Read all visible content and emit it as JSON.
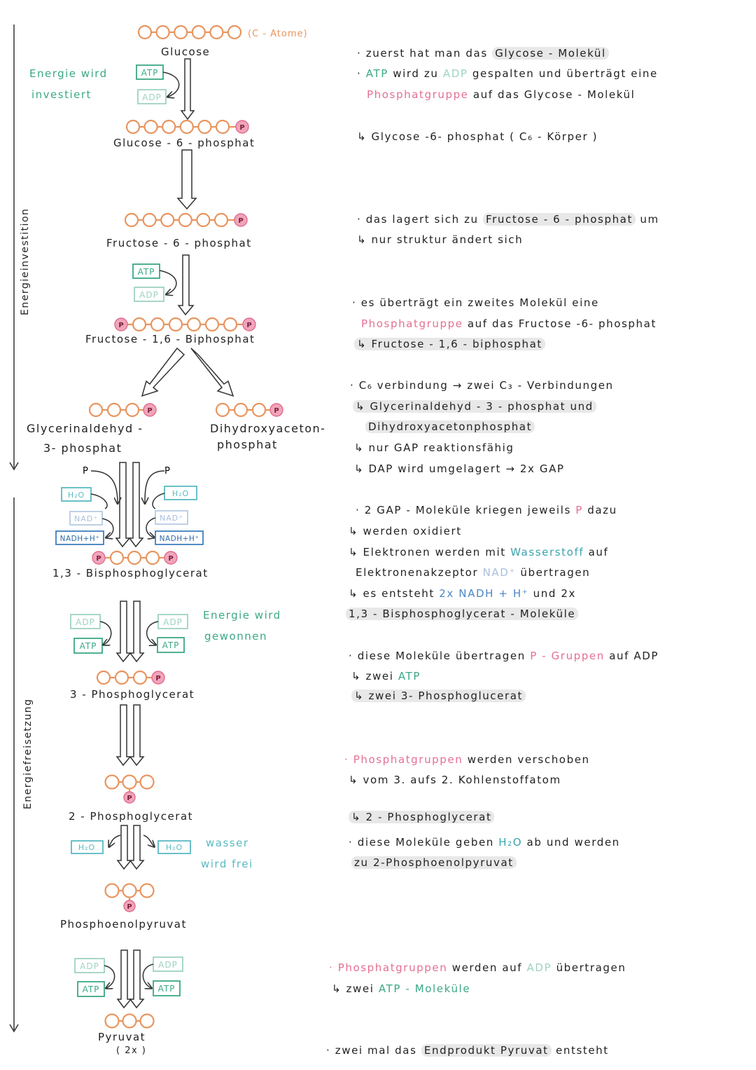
{
  "phases": {
    "investment": "Energieinvestition",
    "release": "Energiefreisetzung"
  },
  "labels": {
    "c_atoms": "(C - Atome)",
    "glucose": "Glucose",
    "energy_invested_1": "Energie wird",
    "energy_invested_2": "investiert",
    "glucose6p": "Glucose - 6 - phosphat",
    "fructose6p": "Fructose - 6 - phosphat",
    "fructose16bp": "Fructose - 1,6 - Biphosphat",
    "gap_1": "Glycerinaldehyd -",
    "gap_2": "3- phosphat",
    "dhap_1": "Dihydroxyaceton-",
    "dhap_2": "phosphat",
    "bpg13": "1,3 - Bisphosphoglycerat",
    "energy_gained_1": "Energie wird",
    "energy_gained_2": "gewonnen",
    "pg3": "3 - Phosphoglycerat",
    "pg2": "2 - Phosphoglycerat",
    "water_1": "wasser",
    "water_2": "wird frei",
    "pep": "Phosphoenolpyruvat",
    "pyruvate": "Pyruvat",
    "pyruvate_count": "( 2x )"
  },
  "molecules": {
    "atp": "ATP",
    "adp": "ADP",
    "h2o": "H₂O",
    "nad": "NAD⁺",
    "nadh": "NADH+H⁺",
    "p": "P"
  },
  "notes": {
    "n1_pre": "· zuerst hat man das",
    "n1_hl": "Glycose - Molekül",
    "n2_dot": "·",
    "n2_atp": "ATP",
    "n2_mid": "wird zu",
    "n2_adp": "ADP",
    "n2_post": "gespalten und überträgt eine",
    "n3_pg": "Phosphatgruppe",
    "n3_post": "auf das Glycose - Molekül",
    "n4": "↳ Glycose -6- phosphat ( C₆ - Körper )",
    "n5_pre": "· das lagert sich zu",
    "n5_hl": "Fructose - 6 - phosphat",
    "n5_post": "um",
    "n6": "↳ nur struktur ändert sich",
    "n7": "· es überträgt ein zweites Molekül eine",
    "n8_pg": "Phosphatgruppe",
    "n8_post": "auf das Fructose -6- phosphat",
    "n9": "↳ Fructose - 1,6 - biphosphat",
    "n10": "· C₆ verbindung → zwei C₃ - Verbindungen",
    "n11": "↳ Glycerinaldehyd - 3 - phosphat und",
    "n12": "Dihydroxyacetonphosphat",
    "n13": "↳ nur GAP reaktionsfähig",
    "n14": "↳ DAP wird umgelagert → 2x GAP",
    "n15_pre": "· 2 GAP - Moleküle kriegen jeweils",
    "n15_p": "P",
    "n15_post": "dazu",
    "n16": "↳ werden oxidiert",
    "n17_pre": "↳ Elektronen werden mit",
    "n17_w": "Wasserstoff",
    "n17_post": "auf",
    "n18_pre": "Elektronenakzeptor",
    "n18_nad": "NAD⁺",
    "n18_post": "übertragen",
    "n19_pre": "↳ es entsteht",
    "n19_2x": "2x",
    "n19_nadh": "NADH + H⁺",
    "n19_post": "und 2x",
    "n20": "1,3 - Bisphosphoglycerat - Moleküle",
    "n21_pre": "· diese Moleküle übertragen",
    "n21_pg": "P - Gruppen",
    "n21_post": "auf ADP",
    "n22_pre": "↳ zwei",
    "n22_atp": "ATP",
    "n23": "↳ zwei 3- Phosphoglucerat",
    "n24_pg": "· Phosphatgruppen",
    "n24_post": "werden verschoben",
    "n25": "↳ vom 3. aufs 2. Kohlenstoffatom",
    "n26": "↳ 2 - Phosphoglycerat",
    "n27_pre": "· diese Moleküle geben",
    "n27_h2o": "H₂O",
    "n27_post": "ab und werden",
    "n28": "zu 2-Phosphoenolpyruvat",
    "n29_pg": "· Phosphatgruppen",
    "n29_mid": "werden auf",
    "n29_adp": "ADP",
    "n29_post": "übertragen",
    "n30_pre": "↳ zwei",
    "n30_atp": "ATP - Moleküle",
    "n31_pre": "· zwei mal das",
    "n31_hl": "Endprodukt Pyruvat",
    "n31_post": "entsteht"
  }
}
